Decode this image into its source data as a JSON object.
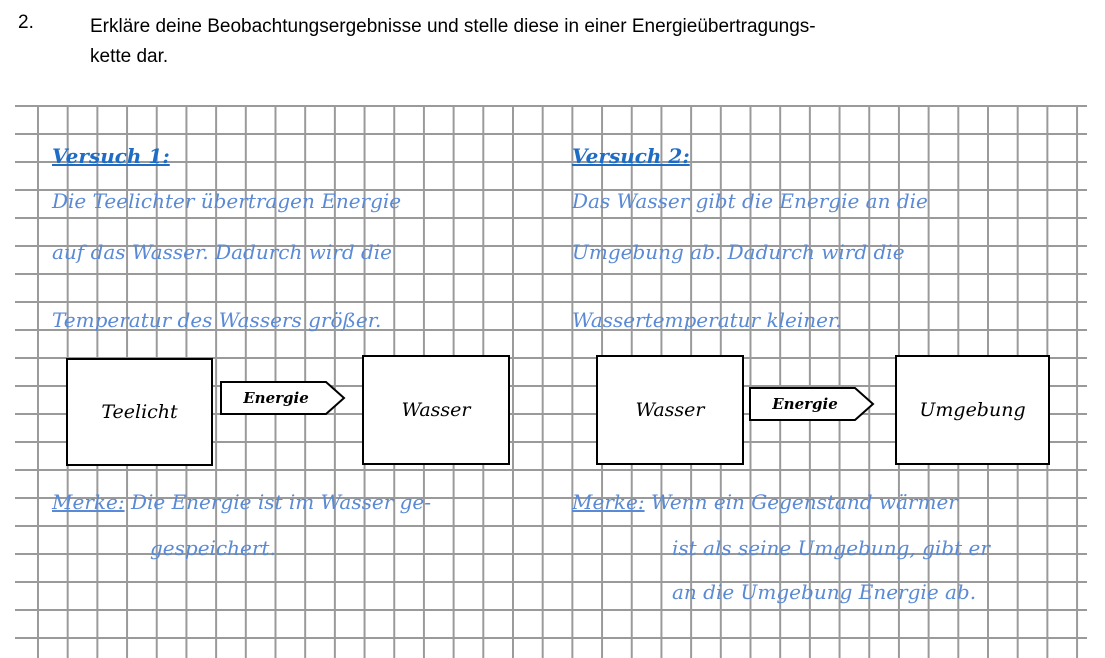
{
  "task": {
    "number": "2.",
    "text": "Erkläre deine Beobachtungsergebnisse und stelle diese in einer Energieübertragungs-kette dar.",
    "line1": "Erkläre deine Beobachtungsergebnisse und stelle diese in einer Energieübertragungs-",
    "line2": "kette dar."
  },
  "v1": {
    "title": "Versuch 1:",
    "lines": [
      "Die Teelichter übertragen Energie",
      "auf das Wasser. Dadurch wird die",
      "Temperatur des Wassers größer."
    ],
    "chain": {
      "from": "Teelicht",
      "arrow": "Energie",
      "to": "Wasser"
    },
    "merke_label": "Merke:",
    "merke": [
      "Die Energie ist im Wasser ge-",
      "gespeichert."
    ]
  },
  "v2": {
    "title": "Versuch 2:",
    "lines": [
      "Das Wasser gibt die  Energie an die",
      "Umgebung ab. Dadurch wird die",
      "Wassertemperatur kleiner."
    ],
    "chain": {
      "from": "Wasser",
      "arrow": "Energie",
      "to": "Umgebung"
    },
    "merke_label": "Merke:",
    "merke": [
      "Wenn ein Gegenstand wärmer",
      "ist als seine Umgebung, gibt er",
      "an die Umgebung Energie ab."
    ]
  },
  "colors": {
    "handwriting": "#5a8ad6",
    "heading": "#1f6cc4",
    "grid": "#9a9a9a"
  }
}
